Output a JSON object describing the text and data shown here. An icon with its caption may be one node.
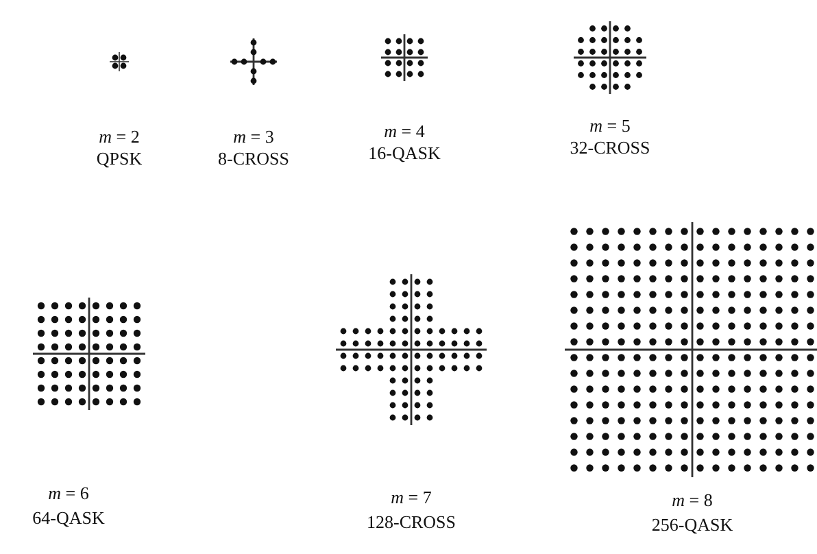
{
  "diagram": {
    "labels": [
      "*m* = 2",
      "QPSK",
      "*m* = 3",
      "8-CROSS",
      "*m* = 4",
      "16-QASK",
      "*m* = 5",
      "32-CROSS",
      "*m* = 6",
      "64-QASK",
      "*m* = 7",
      "128-CROSS",
      "*m* = 8",
      "256-QASK"
    ]
  }
}
